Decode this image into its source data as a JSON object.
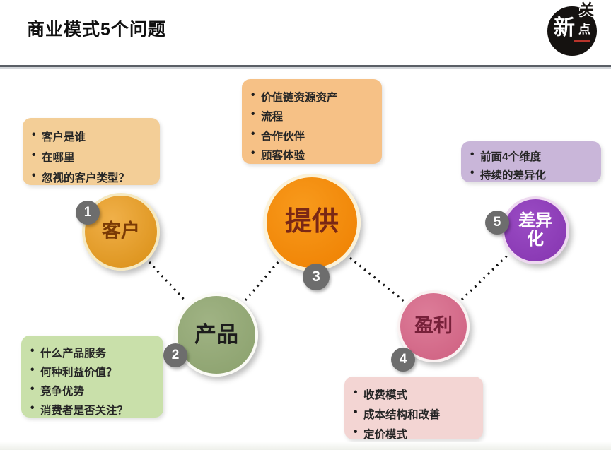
{
  "header": {
    "title": "商业模式5个问题"
  },
  "logo": {
    "char_left": "新",
    "char_right_top": "关",
    "char_right_bottom": "点"
  },
  "nodes": [
    {
      "number": "1",
      "label": "客户",
      "color": "#DE9A25"
    },
    {
      "number": "2",
      "label": "产品",
      "color": "#94A878"
    },
    {
      "number": "3",
      "label": "提供",
      "color": "#EE7F00"
    },
    {
      "number": "4",
      "label": "盈利",
      "color": "#D2688A"
    },
    {
      "number": "5",
      "label": "差异化",
      "color": "#8B3CB6"
    }
  ],
  "notes": {
    "customer": {
      "color": "#F3CE97",
      "items": [
        "客户是谁",
        "在哪里",
        "忽视的客户类型？"
      ]
    },
    "offer": {
      "color": "#F6C186",
      "items": [
        "价值链资源资产",
        "流程",
        "合作伙伴",
        "顾客体验"
      ]
    },
    "differentiation": {
      "color": "#C9B6D9",
      "items": [
        "前面4个维度",
        "持续的差异化"
      ]
    },
    "product": {
      "color": "#C9E0AA",
      "items": [
        "什么产品服务",
        "何种利益价值？",
        "竞争优势",
        "消费者是否关注？"
      ]
    },
    "profit": {
      "color": "#F3D5D3",
      "items": [
        "收费模式",
        "成本结构和改善",
        "定价模式"
      ]
    }
  }
}
